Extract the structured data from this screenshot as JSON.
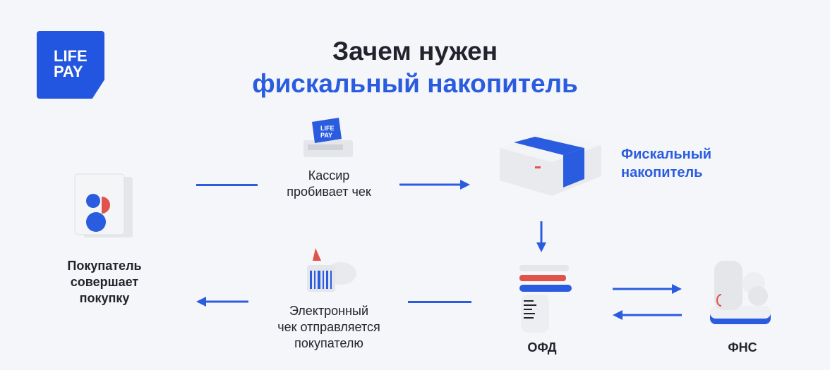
{
  "logo": {
    "line1": "LIFE",
    "line2": "PAY"
  },
  "title": {
    "line1": "Зачем нужен",
    "line2": "фискальный накопитель"
  },
  "steps": {
    "cashier": [
      "Кассир",
      "пробивает чек"
    ],
    "fn": [
      "Фискальный",
      "накопитель"
    ],
    "buyer": [
      "Покупатель",
      "совершает",
      "покупку"
    ],
    "receipt": [
      "Электронный",
      "чек отправляется",
      "покупателю"
    ],
    "ofd": "ОФД",
    "fns": "ФНС"
  },
  "colors": {
    "accent": "#2a5ce0",
    "text": "#23232d",
    "background": "#f5f6f9",
    "red": "#e0524a"
  }
}
